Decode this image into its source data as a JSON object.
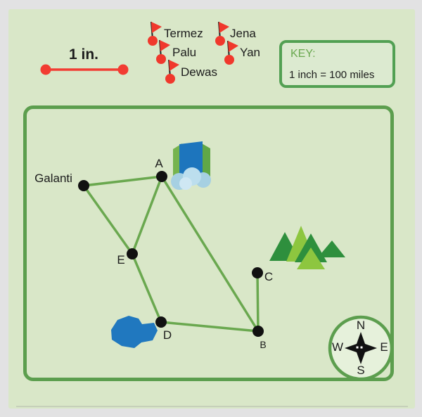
{
  "scale_bar": {
    "label": "1 in."
  },
  "flags": [
    {
      "label": "Termez"
    },
    {
      "label": "Jena"
    },
    {
      "label": "Palu"
    },
    {
      "label": "Yan"
    },
    {
      "label": "Dewas"
    }
  ],
  "key": {
    "title": "KEY:",
    "entry": "1 inch = 100 miles"
  },
  "map": {
    "points": [
      {
        "label": "Galanti"
      },
      {
        "label": "A"
      },
      {
        "label": "E"
      },
      {
        "label": "C"
      },
      {
        "label": "D"
      },
      {
        "label": "B"
      }
    ],
    "edges": [
      "Galanti-A",
      "Galanti-E",
      "A-E",
      "A-B",
      "E-D",
      "D-B",
      "B-C"
    ],
    "landmarks": [
      "waterfall",
      "mountains",
      "lake"
    ],
    "compass": {
      "n": "N",
      "e": "E",
      "s": "S",
      "w": "W"
    }
  },
  "colors": {
    "outer_bg": "#e2e2e3",
    "page_bg": "#d9e7c8",
    "map_border_green": "#5c9e4e",
    "path_green": "#6aa84f",
    "accent_red": "#f0382c",
    "lake_blue": "#2078bf",
    "mountain_dark_green": "#2e8f3d",
    "mountain_light_green": "#8dc63f",
    "key_title_green": "#6aa84f",
    "text_black": "#1c1c1c"
  }
}
